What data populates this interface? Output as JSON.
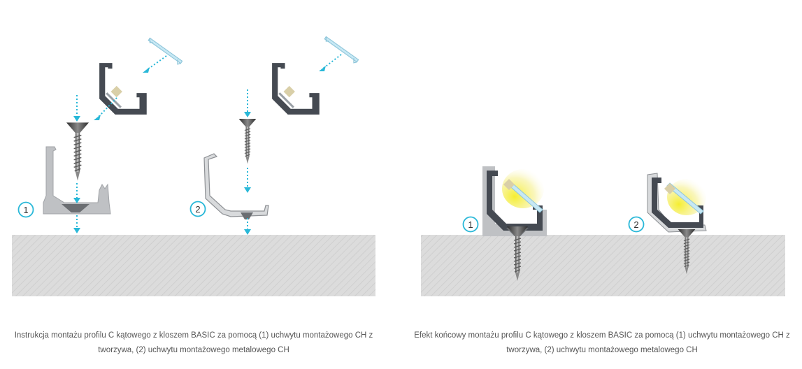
{
  "captions": {
    "left": "Instrukcja montażu profilu C kątowego z kloszem BASIC za pomocą (1) uchwytu montażowego CH z tworzywa, (2) uchwytu montażowego metalowego CH",
    "right": "Efekt końcowy montażu profilu C kątowego z kloszem BASIC za pomocą (1) uchwytu montażowego CH z tworzywa, (2) uchwytu montażowego metalowego CH"
  },
  "badges": {
    "instr_1": "1",
    "instr_2": "2",
    "result_1": "1",
    "result_2": "2"
  },
  "colors": {
    "arrow": "#29b8d8",
    "profile": "#454a52",
    "plastic_clip": "#bfc1c4",
    "metal_clip": "#d8dadc",
    "surface": "#dcdcdc",
    "diffuser": "#c7e8f4",
    "led_light": "#f5ee30"
  },
  "icons": [
    "screw-icon",
    "aluminium-corner-profile-icon",
    "diffuser-cover-icon",
    "mounting-clip-icon",
    "led-glow-icon"
  ]
}
